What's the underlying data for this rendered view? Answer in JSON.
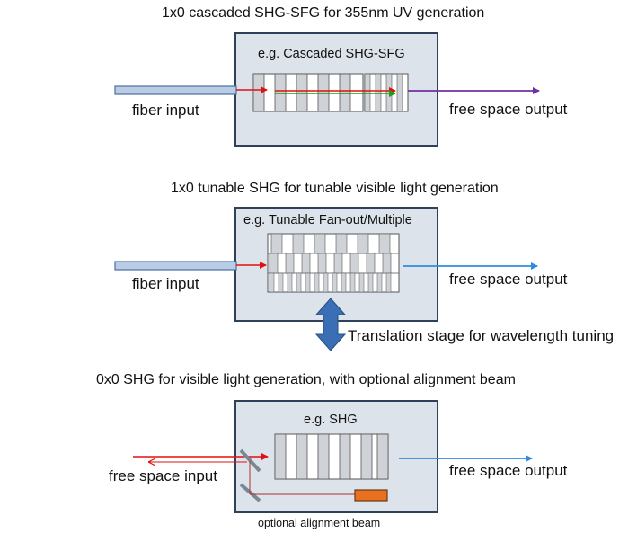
{
  "sections": [
    {
      "title": "1x0 cascaded SHG-SFG for 355nm UV generation",
      "box_label": "e.g. Cascaded SHG-SFG",
      "input_label": "fiber input",
      "output_label": "free space output"
    },
    {
      "title": "1x0  tunable SHG for tunable visible light generation",
      "box_label": "e.g. Tunable Fan-out/Multiple",
      "input_label": "fiber input",
      "output_label": "free space output",
      "stage_label": "Translation stage for wavelength tuning"
    },
    {
      "title": "0x0 SHG for visible light generation, with optional alignment beam",
      "box_label": "e.g. SHG",
      "input_label": "free space input",
      "output_label": "free space output",
      "alignment_label": "optional alignment beam"
    }
  ],
  "colors": {
    "box_fill": "#dde3ea",
    "box_border": "#2e4158",
    "crystal_gray": "#cfd3d8",
    "fiber_fill": "#b8cce4",
    "fiber_border": "#4a6fa0",
    "beam_red": "#e01010",
    "beam_green": "#1aa01a",
    "beam_purple": "#7030a0",
    "beam_blue": "#2e8be0",
    "stage_arrow": "#3a6fb5",
    "laser_orange": "#e87020",
    "mirror": "#7a8896"
  }
}
